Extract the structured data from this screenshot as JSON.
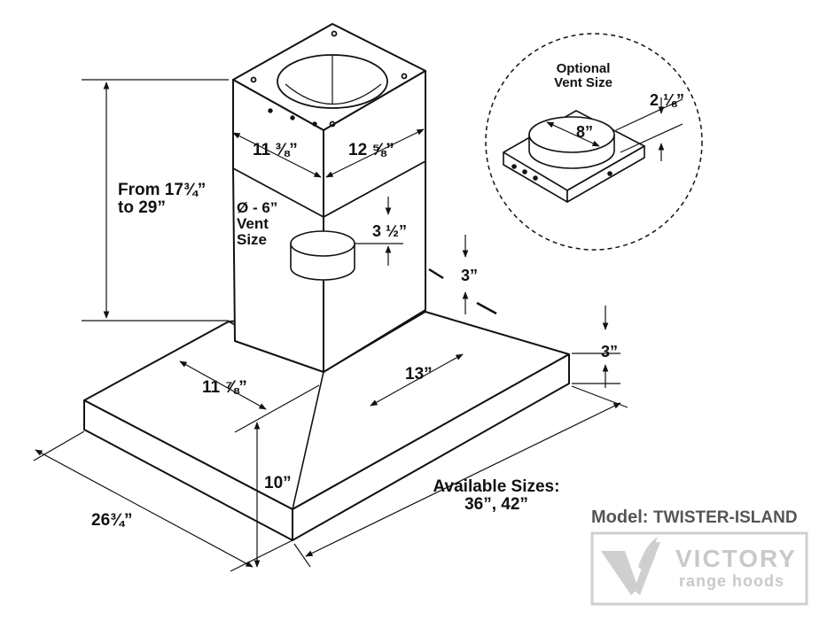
{
  "labels": {
    "height_range_line1": "From 17¾”",
    "height_range_line2": "to 29”",
    "chimney_width": "11 ⅜”",
    "chimney_depth": "12 ⅝”",
    "vent_size_line1": "Ø - 6”",
    "vent_size_line2": "Vent",
    "vent_size_line3": "Size",
    "collar_height": "3 ½”",
    "body_offset": "3”",
    "canopy_thickness": "3”",
    "lower_width": "11 ⅞”",
    "lower_depth": "13”",
    "canopy_height": "10”",
    "overall_depth": "26¾”",
    "available_sizes_line1": "Available Sizes:",
    "available_sizes_line2": "36”, 42”",
    "optional_line1": "Optional",
    "optional_line2": "Vent Size",
    "optional_diameter": "8”",
    "optional_height": "2 ⅛”"
  },
  "branding": {
    "model_label": "Model:",
    "model_name": "TWISTER-ISLAND",
    "brand_name": "VICTORY",
    "brand_tagline": "range hoods"
  }
}
